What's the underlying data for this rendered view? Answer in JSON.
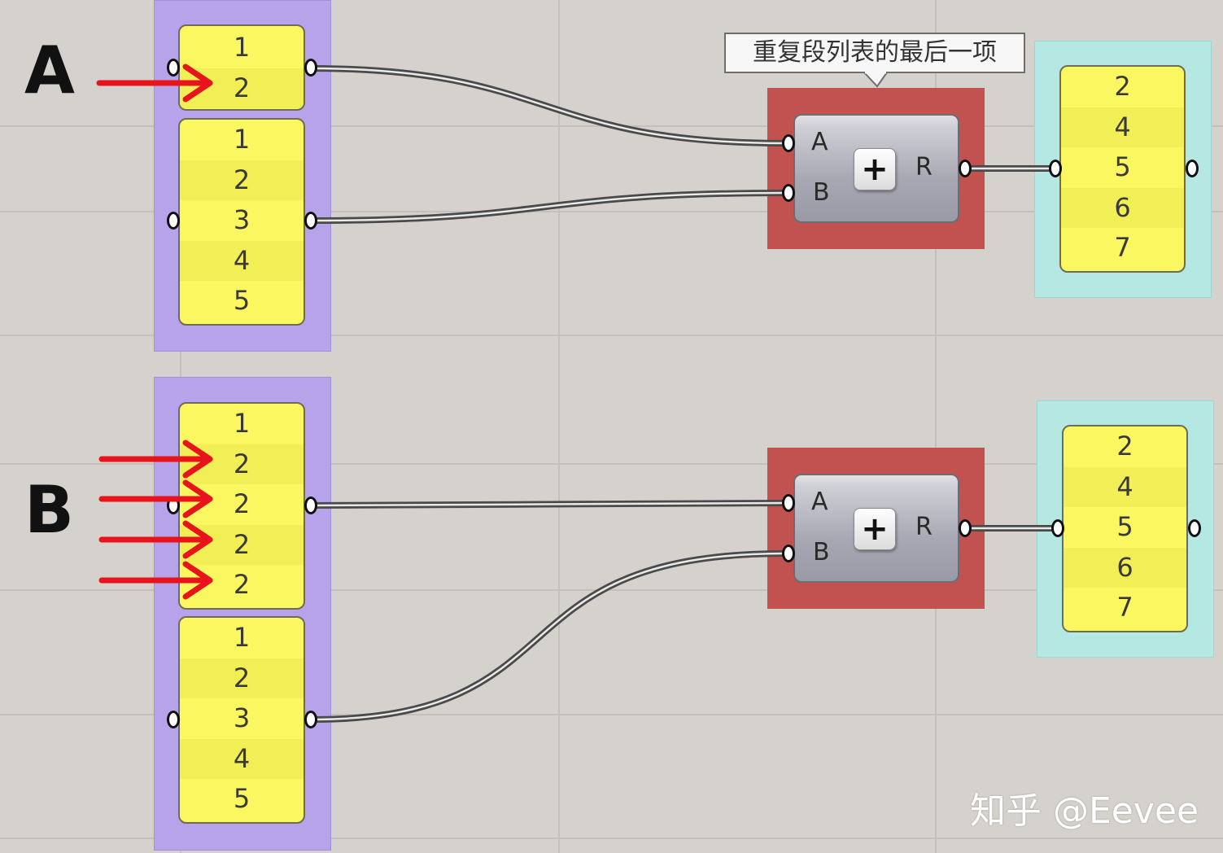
{
  "labels": {
    "a": "A",
    "b": "B"
  },
  "tooltip": "重复段列表的最后一项",
  "sectionA": {
    "panel1": [
      "1",
      "2"
    ],
    "panel2": [
      "1",
      "2",
      "3",
      "4",
      "5"
    ],
    "addition": {
      "input_a": "A",
      "input_b": "B",
      "output": "R",
      "symbol": "+"
    },
    "result": [
      "2",
      "4",
      "5",
      "6",
      "7"
    ]
  },
  "sectionB": {
    "panel1": [
      "1",
      "2",
      "2",
      "2",
      "2"
    ],
    "panel2": [
      "1",
      "2",
      "3",
      "4",
      "5"
    ],
    "addition": {
      "input_a": "A",
      "input_b": "B",
      "output": "R",
      "symbol": "+"
    },
    "result": [
      "2",
      "4",
      "5",
      "6",
      "7"
    ]
  },
  "watermark": "知乎 @Eevee",
  "colors": {
    "canvas": "#d5d1cc",
    "group_purple": "#b7a3ea",
    "group_red": "#c1524f",
    "group_cyan": "#b5e8e3",
    "panel_yellow": "#fbf760",
    "arrow": "#e8141b"
  }
}
